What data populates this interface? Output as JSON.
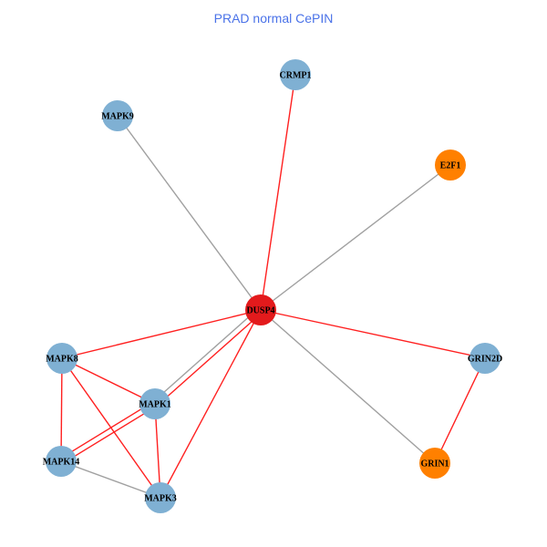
{
  "title": "PRAD normal CePIN",
  "colors": {
    "node_default": "#7fb0d3",
    "node_hub": "#e31a1c",
    "node_orange": "#ff8000",
    "edge_red": "#ff2020",
    "edge_gray": "#a0a0a0"
  },
  "nodes": [
    {
      "id": "DUSP4",
      "color": "#e31a1c"
    },
    {
      "id": "CRMP1",
      "color": "#7fb0d3"
    },
    {
      "id": "MAPK9",
      "color": "#7fb0d3"
    },
    {
      "id": "E2F1",
      "color": "#ff8000"
    },
    {
      "id": "MAPK8",
      "color": "#7fb0d3"
    },
    {
      "id": "MAPK1",
      "color": "#7fb0d3"
    },
    {
      "id": "MAPK14",
      "color": "#7fb0d3"
    },
    {
      "id": "MAPK3",
      "color": "#7fb0d3"
    },
    {
      "id": "GRIN2D",
      "color": "#7fb0d3"
    },
    {
      "id": "GRIN1",
      "color": "#ff8000"
    }
  ],
  "edges": [
    {
      "source": "DUSP4",
      "target": "CRMP1",
      "type": "red"
    },
    {
      "source": "DUSP4",
      "target": "MAPK9",
      "type": "gray"
    },
    {
      "source": "DUSP4",
      "target": "E2F1",
      "type": "gray"
    },
    {
      "source": "DUSP4",
      "target": "MAPK8",
      "type": "red"
    },
    {
      "source": "DUSP4",
      "target": "MAPK1",
      "type": "red"
    },
    {
      "source": "DUSP4",
      "target": "MAPK1",
      "type": "gray"
    },
    {
      "source": "DUSP4",
      "target": "MAPK3",
      "type": "red"
    },
    {
      "source": "DUSP4",
      "target": "GRIN2D",
      "type": "red"
    },
    {
      "source": "DUSP4",
      "target": "GRIN1",
      "type": "gray"
    },
    {
      "source": "GRIN2D",
      "target": "GRIN1",
      "type": "red"
    },
    {
      "source": "MAPK8",
      "target": "MAPK1",
      "type": "red"
    },
    {
      "source": "MAPK8",
      "target": "MAPK14",
      "type": "red"
    },
    {
      "source": "MAPK8",
      "target": "MAPK3",
      "type": "red"
    },
    {
      "source": "MAPK1",
      "target": "MAPK14",
      "type": "red"
    },
    {
      "source": "MAPK1",
      "target": "MAPK14",
      "type": "red"
    },
    {
      "source": "MAPK1",
      "target": "MAPK3",
      "type": "red"
    },
    {
      "source": "MAPK14",
      "target": "MAPK3",
      "type": "gray"
    }
  ]
}
